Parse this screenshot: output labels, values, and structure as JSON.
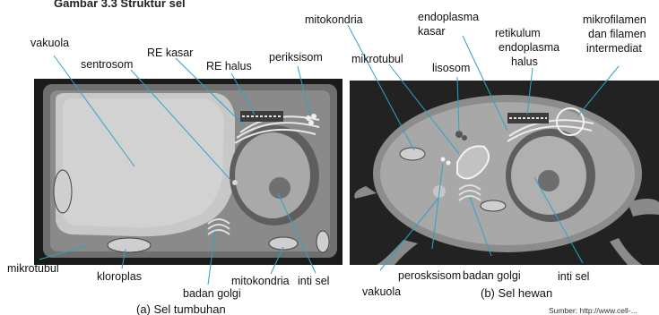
{
  "header_fragment": "Gambar 3.3 Struktur sel",
  "plant_cell": {
    "caption": "(a)  Sel tumbuhan",
    "labels": {
      "vakuola": "vakuola",
      "sentrosom": "sentrosom",
      "re_kasar": "RE kasar",
      "re_halus": "RE halus",
      "periksisom": "periksisom",
      "mikrotubul": "mikrotubul",
      "kloroplas": "kloroplas",
      "badan_golgi": "badan golgi",
      "mitokondria": "mitokondria",
      "inti_sel": "inti sel"
    }
  },
  "animal_cell": {
    "caption": "(b)  Sel hewan",
    "labels": {
      "mitokondria": "mitokondria",
      "endoplasma_kasar_1": "endoplasma",
      "endoplasma_kasar_2": "kasar",
      "mikrotubul": "mikrotubul",
      "lisosom": "lisosom",
      "retikulum_1": "retikulum",
      "retikulum_2": "endoplasma",
      "retikulum_3": "halus",
      "mikrofilamen_1": "mikrofilamen",
      "mikrofilamen_2": "dan filamen",
      "mikrofilamen_3": "intermediat",
      "perosksisom": "perosksisom",
      "vakuola": "vakuola",
      "badan_golgi": "badan golgi",
      "inti_sel": "inti sel"
    }
  },
  "source": "Sumber: http://www.cell-..."
}
